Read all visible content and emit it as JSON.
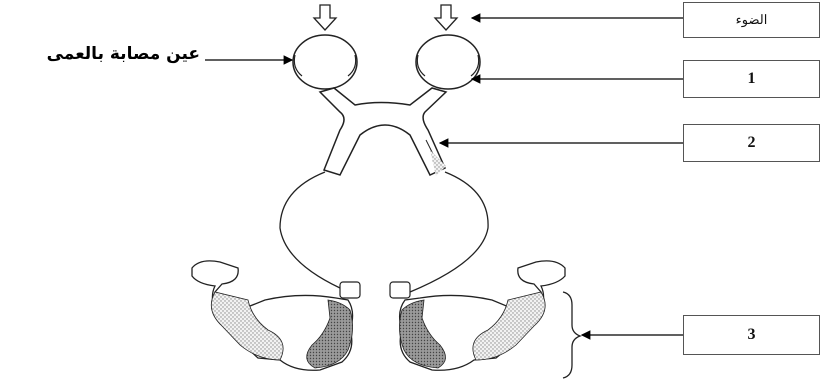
{
  "labels": {
    "light": "الضوء",
    "blind_eye": "عين مصابة بالعمى",
    "box_1": "1",
    "box_2": "2",
    "box_3": "3"
  },
  "colors": {
    "stroke": "#222222",
    "dots": "#bbbbbb",
    "dark_region": "#888888"
  }
}
